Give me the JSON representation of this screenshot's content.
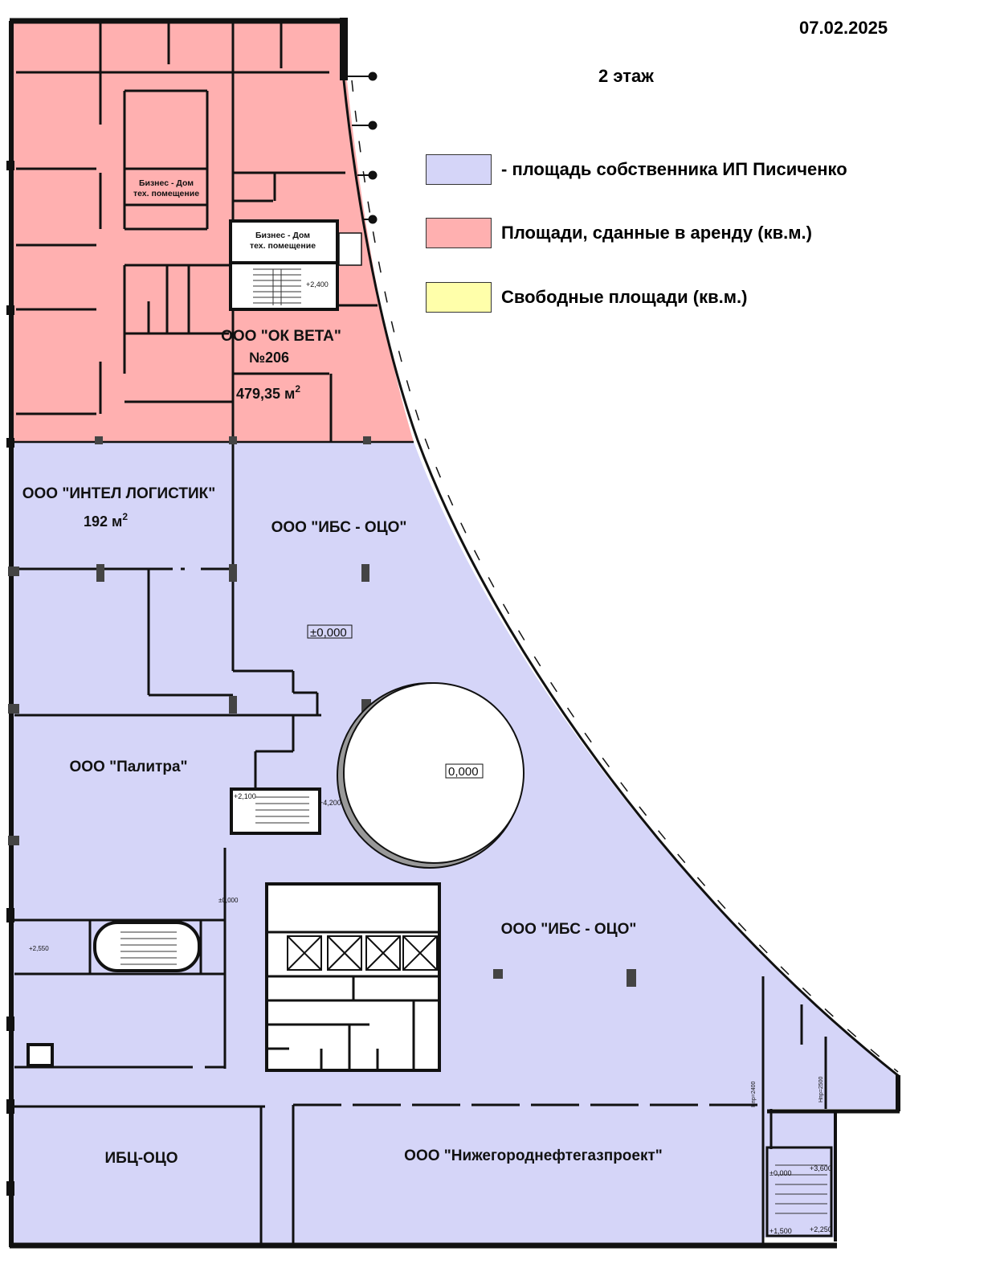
{
  "header": {
    "date": "07.02.2025",
    "floor": "2 этаж"
  },
  "colors": {
    "owner": "#d5d5f8",
    "rented": "#ffb0b0",
    "free": "#ffffaa",
    "wall": "#111111"
  },
  "legend": [
    {
      "text": "- площадь собственника ИП Писиченко",
      "color": "#d5d5f8"
    },
    {
      "text": "Площади, сданные в аренду (кв.м.)",
      "color": "#ffb0b0"
    },
    {
      "text": "Свободные площади (кв.м.)",
      "color": "#ffffaa"
    }
  ],
  "rooms": {
    "ok_veta": {
      "name": "ООО \"ОК ВЕТА\"",
      "number": "№206",
      "area": "479,35 м",
      "sup": "2"
    },
    "biz1": {
      "line1": "Бизнес - Дом",
      "line2": "тех. помещение"
    },
    "biz2": {
      "line1": "Бизнес - Дом",
      "line2": "тех. помещение"
    },
    "intel": {
      "name": "ООО \"ИНТЕЛ ЛОГИСТИК\"",
      "area": "192 м",
      "sup": "2"
    },
    "ibs_top": {
      "name": "ООО \"ИБС - ОЦО\""
    },
    "palitra": {
      "name": "ООО \"Палитра\""
    },
    "ibs_bottom": {
      "name": "ООО \"ИБС - ОЦО\""
    },
    "ibc": {
      "name": "ИБЦ-ОЦО"
    },
    "ngnp": {
      "name": "ООО \"Нижегороднефтегазпроект\""
    }
  },
  "marks": {
    "m1": "+2,400",
    "m2": "±0,000",
    "m3": "0,000",
    "m4": "+2,100",
    "m5": "+4,200",
    "m6": "±0,000",
    "m7": "+2,550",
    "m8": "±0,000",
    "m9": "+3,600",
    "m10": "+1,500",
    "m11": "+2,250",
    "m12": "Нпр=2400",
    "m13": "Нпр=2500"
  }
}
